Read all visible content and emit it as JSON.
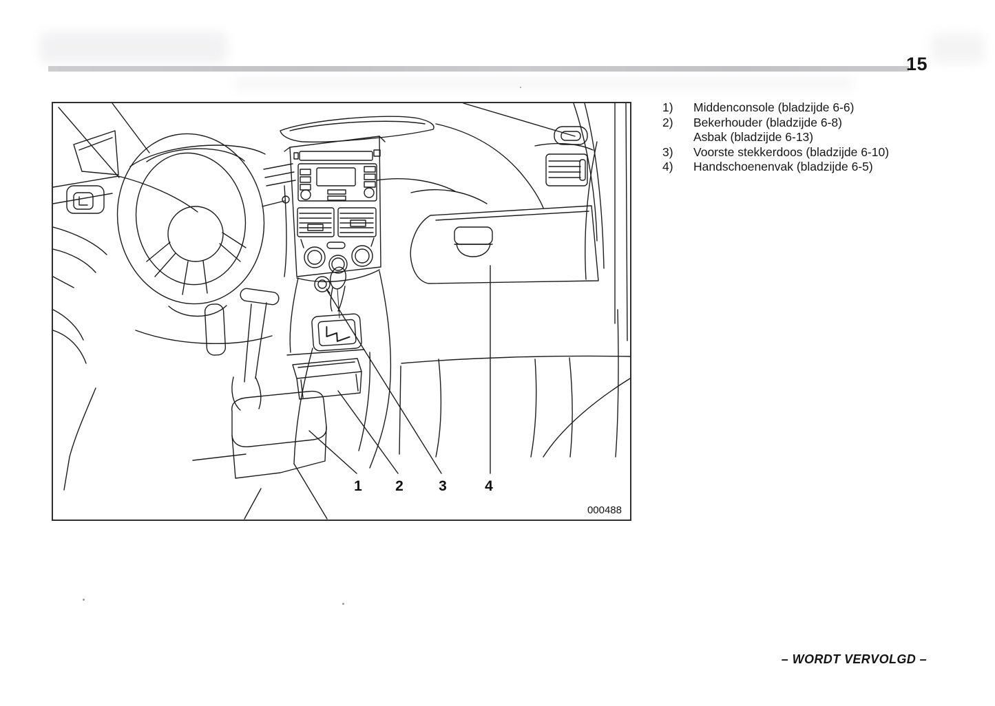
{
  "page": {
    "number": "15",
    "continuation": "– WORDT VERVOLGD –"
  },
  "figure": {
    "description": "line drawing of car dashboard interior with numbered callouts",
    "code": "000488",
    "callouts": [
      "1",
      "2",
      "3",
      "4"
    ]
  },
  "legend": {
    "items": [
      {
        "num": "1)",
        "lines": [
          "Middenconsole (bladzijde 6-6)"
        ]
      },
      {
        "num": "2)",
        "lines": [
          "Bekerhouder (bladzijde 6-8)",
          "Asbak (bladzijde 6-13)"
        ]
      },
      {
        "num": "3)",
        "lines": [
          "Voorste stekkerdoos (bladzijde 6-10)"
        ]
      },
      {
        "num": "4)",
        "lines": [
          "Handschoenenvak (bladzijde 6-5)"
        ]
      }
    ]
  },
  "colors": {
    "ink": "#1c1c1c",
    "rule_gray": "#c6c6c9"
  }
}
